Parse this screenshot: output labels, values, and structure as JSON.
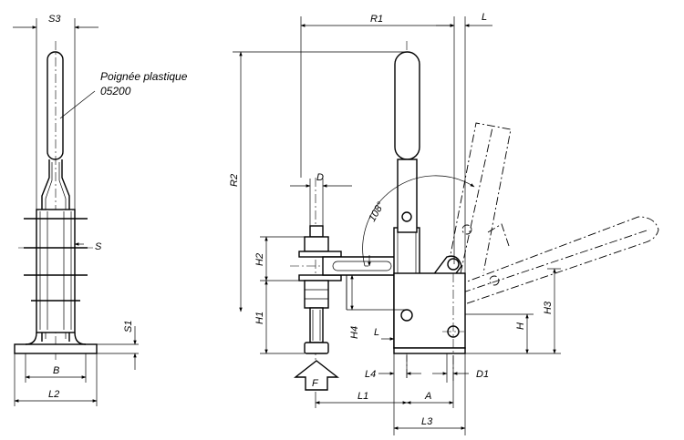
{
  "labels": {
    "S3": "S3",
    "R1": "R1",
    "L": "L",
    "R2": "R2",
    "D": "D",
    "angle": "108°",
    "S": "S",
    "S1": "S1",
    "H2": "H2",
    "H1": "H1",
    "H4": "H4",
    "H": "H",
    "H3": "H3",
    "L_small": "L",
    "B": "B",
    "L2": "L2",
    "F": "F",
    "L4": "L4",
    "D1": "D1",
    "L1": "L1",
    "A": "A",
    "L3": "L3"
  },
  "note": {
    "line1": "Poignée plastique",
    "line2": "05200"
  }
}
